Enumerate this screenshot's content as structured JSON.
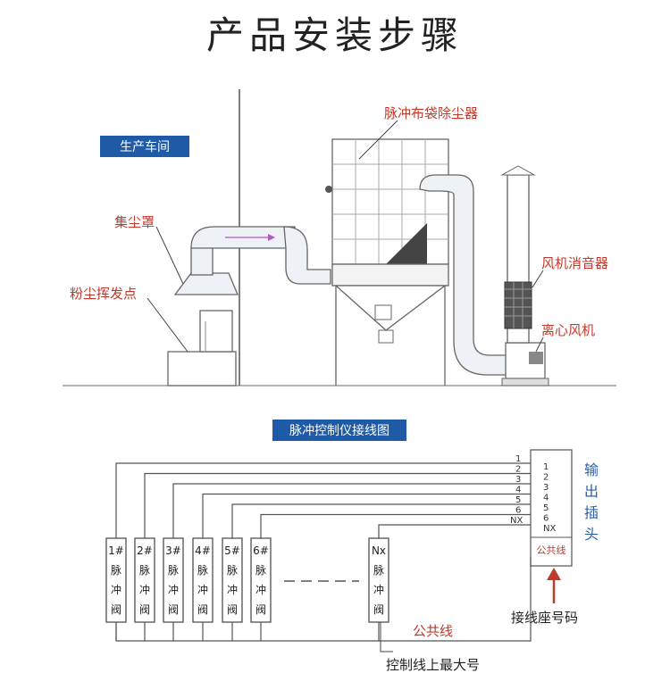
{
  "title": "产品安装步骤",
  "installation": {
    "section_label": "生产车间",
    "labels": {
      "collector": "脉冲布袋除尘器",
      "hood": "集尘罩",
      "dust_point": "粉尘挥发点",
      "silencer": "风机消音器",
      "fan": "离心风机"
    }
  },
  "wiring": {
    "section_label": "脉冲控制仪接线图",
    "valves": [
      {
        "id": "1#",
        "text": "脉",
        "text2": "冲",
        "text3": "阀"
      },
      {
        "id": "2#",
        "text": "脉",
        "text2": "冲",
        "text3": "阀"
      },
      {
        "id": "3#",
        "text": "脉",
        "text2": "冲",
        "text3": "阀"
      },
      {
        "id": "4#",
        "text": "脉",
        "text2": "冲",
        "text3": "阀"
      },
      {
        "id": "5#",
        "text": "脉",
        "text2": "冲",
        "text3": "阀"
      },
      {
        "id": "6#",
        "text": "脉",
        "text2": "冲",
        "text3": "阀"
      },
      {
        "id": "Nx",
        "text": "脉",
        "text2": "冲",
        "text3": "阀"
      }
    ],
    "wire_labels": [
      "1",
      "2",
      "3",
      "4",
      "5",
      "6",
      "NX"
    ],
    "plug_pins": [
      "1",
      "2",
      "3",
      "4",
      "5",
      "6",
      "NX"
    ],
    "plug_common": "公共线",
    "output_plug_chars": [
      "输",
      "出",
      "插",
      "头"
    ],
    "common_wire": "公共线",
    "socket_number": "接线座号码",
    "max_number": "控制线上最大号"
  },
  "colors": {
    "blue_box": "#1f5aa6",
    "red_label": "#c0392b",
    "blue_text": "#2c5fa8"
  }
}
